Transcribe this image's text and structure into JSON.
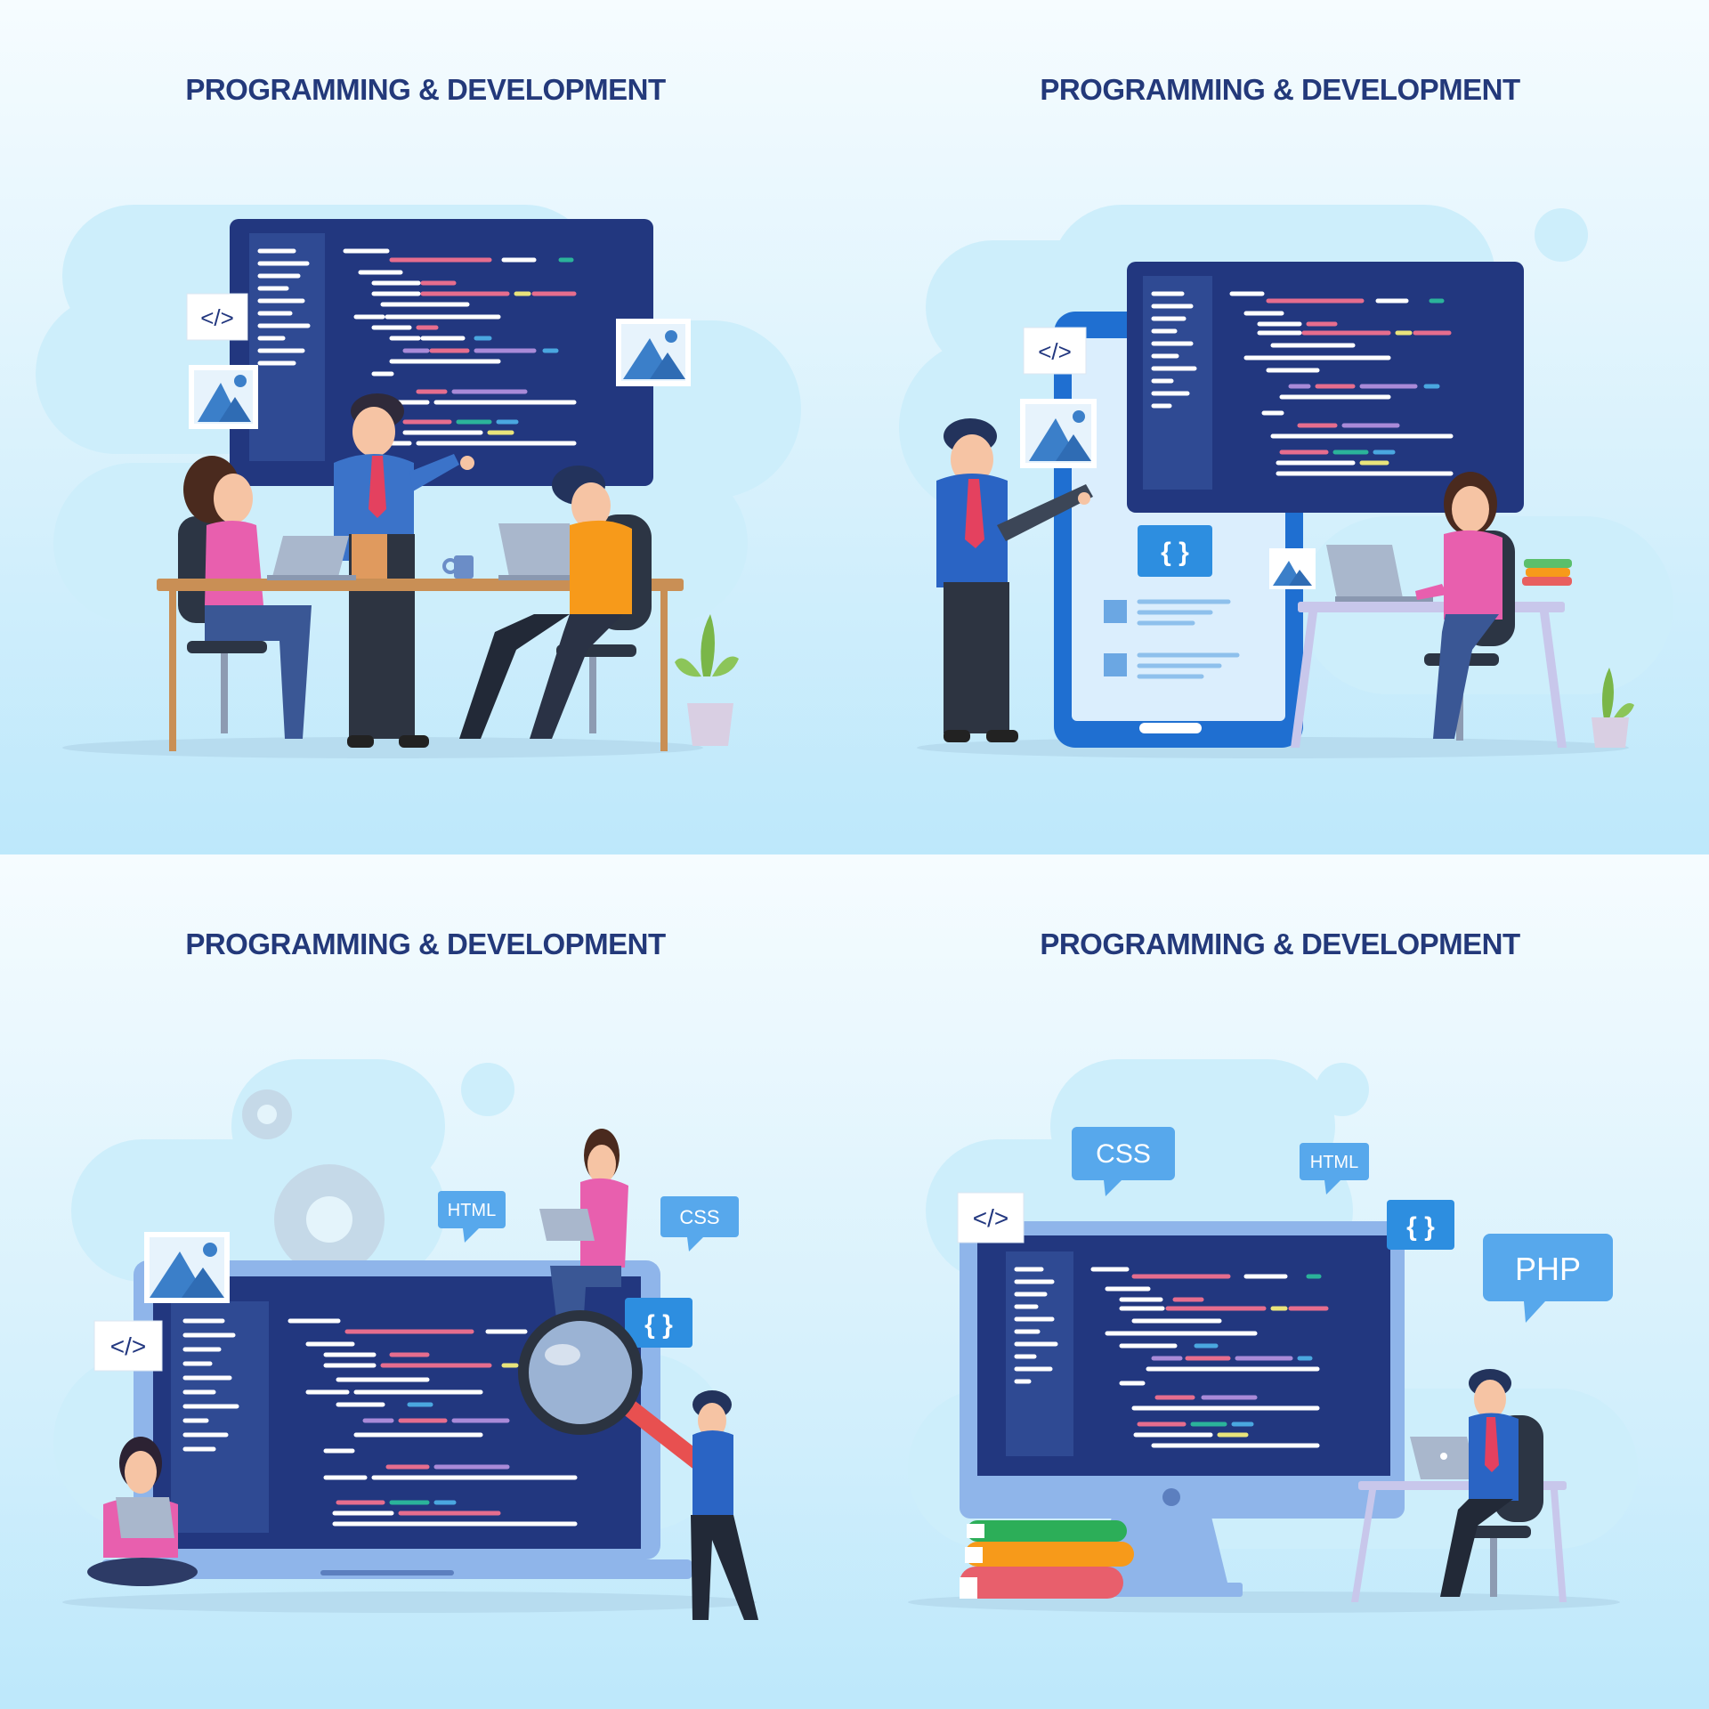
{
  "panels": [
    {
      "title": "PROGRAMMING & DEVELOPMENT",
      "tags": {
        "code": "</>"
      }
    },
    {
      "title": "PROGRAMMING & DEVELOPMENT",
      "tags": {
        "code": "</>",
        "braces": "{ }"
      }
    },
    {
      "title": "PROGRAMMING & DEVELOPMENT",
      "tags": {
        "code": "</>",
        "braces": "{ }",
        "html": "HTML",
        "css": "CSS"
      }
    },
    {
      "title": "PROGRAMMING & DEVELOPMENT",
      "tags": {
        "code": "</>",
        "braces": "{ }",
        "html": "HTML",
        "css": "CSS",
        "php": "PHP"
      }
    }
  ],
  "colors": {
    "title": "#23397a",
    "screen": "#22377f",
    "screen_sidebar": "#2f4a93",
    "accent_blue": "#3b8fd8",
    "pink": "#e85fae",
    "orange": "#f79a1a",
    "desk_wood": "#c98f55"
  }
}
